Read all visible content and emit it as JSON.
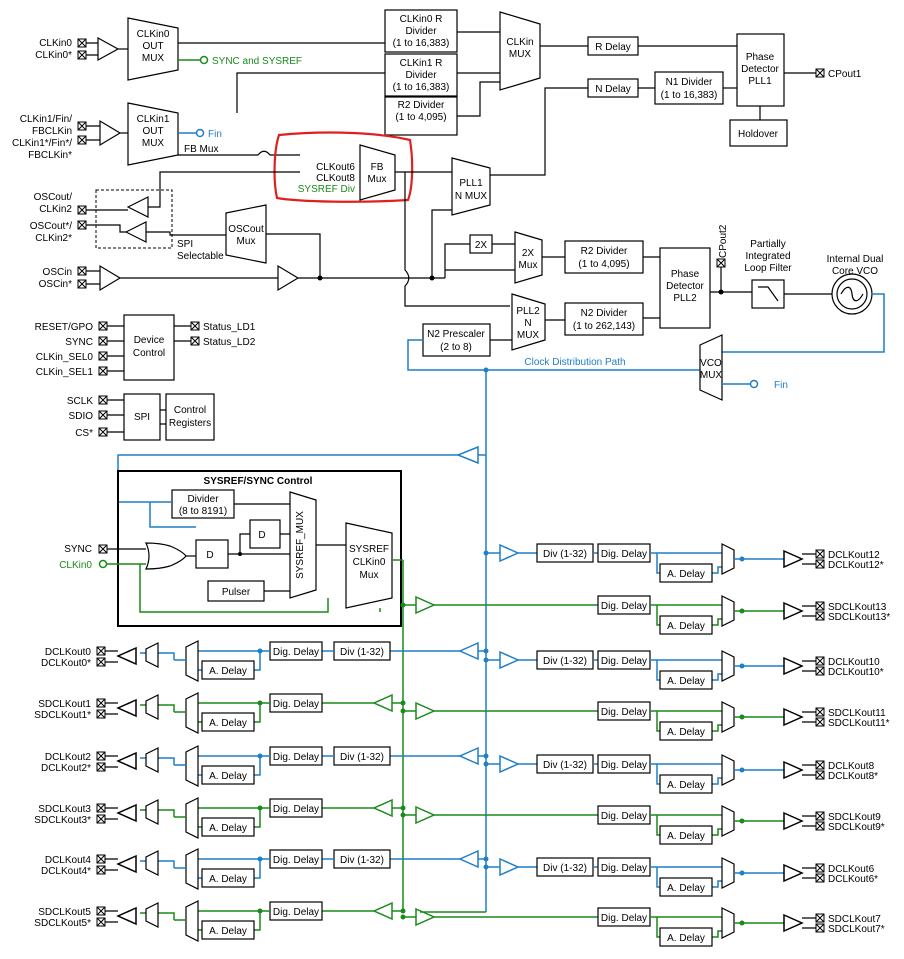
{
  "colors": {
    "clock_path": "#1f7fc8",
    "sysref_path": "#1a8a1a",
    "highlight": "#e02020"
  },
  "inputs": {
    "clkin0": "CLKin0",
    "clkin0_n": "CLKin0*",
    "clkin1": "CLKin1/Fin/",
    "clkin1b": "FBCLKin",
    "clkin1_n": "CLKin1*/Fin*/",
    "clkin1_nb": "FBCLKin*",
    "oscout1": "OSCout/",
    "oscout2": "CLKin2",
    "oscout_n1": "OSCout*/",
    "oscout_n2": "CLKin2*",
    "oscin": "OSCin",
    "oscin_n": "OSCin*",
    "reset": "RESET/GPO",
    "sync": "SYNC",
    "clkin_sel0": "CLKin_SEL0",
    "clkin_sel1": "CLKin_SEL1",
    "sclk": "SCLK",
    "sdio": "SDIO",
    "cs": "CS*",
    "sync2": "SYNC",
    "clkin0_g": "CLKin0"
  },
  "blocks": {
    "clkin0_mux": [
      "CLKin0",
      "OUT",
      "MUX"
    ],
    "clkin1_mux": [
      "CLKin1",
      "OUT",
      "MUX"
    ],
    "sync_sysref": "SYNC and SYSREF",
    "fin1": "Fin",
    "fb_mux_label": "FB Mux",
    "r0_div": [
      "CLKin0 R",
      "Divider",
      "(1 to 16,383)"
    ],
    "r1_div": [
      "CLKin1 R",
      "Divider",
      "(1 to 16,383)"
    ],
    "r2_div": [
      "R2 Divider",
      "(1 to 4,095)"
    ],
    "clkin_mux": [
      "CLKin",
      "MUX"
    ],
    "r_delay": "R Delay",
    "n_delay": "N Delay",
    "n1_div": [
      "N1 Divider",
      "(1 to 16,383)"
    ],
    "pd_pll1": [
      "Phase",
      "Detector",
      "PLL1"
    ],
    "cpout1": "CPout1",
    "holdover": "Holdover",
    "fb_in1": "CLKout6",
    "fb_in2": "CLKout8",
    "fb_in3": "SYSREF Div",
    "fb_mux": [
      "FB",
      "Mux"
    ],
    "pll1_nmux": [
      "PLL1",
      "N MUX"
    ],
    "oscout_mux": [
      "OSCout",
      "Mux"
    ],
    "spi_sel": [
      "SPI",
      "Selectable"
    ],
    "x2": "2X",
    "x2mux": [
      "2X",
      "Mux"
    ],
    "cpout2": "CPout2",
    "pd_pll2": [
      "Phase",
      "Detector",
      "PLL2"
    ],
    "loop_filter": [
      "Partially",
      "Integrated",
      "Loop Filter"
    ],
    "vco": [
      "Internal Dual",
      "Core VCO"
    ],
    "pll2_nmux": [
      "PLL2",
      "N",
      "MUX"
    ],
    "n2_div": [
      "N2 Divider",
      "(1 to 262,143)"
    ],
    "n2_pre": [
      "N2 Prescaler",
      "(2 to 8)"
    ],
    "clk_dist": "Clock Distribution Path",
    "vco_mux": [
      "VCO",
      "MUX"
    ],
    "fin2": "Fin",
    "device_ctrl": [
      "Device",
      "Control"
    ],
    "status_ld1": "Status_LD1",
    "status_ld2": "Status_LD2",
    "spi": "SPI",
    "ctrl_regs": [
      "Control",
      "Registers"
    ],
    "sysref_ctrl": "SYSREF/SYNC Control",
    "sysref_div": [
      "Divider",
      "(8 to 8191)"
    ],
    "dff1": "D",
    "dff2": "D",
    "sysref_mux": "SYSREF_MUX",
    "pulser": "Pulser",
    "sysref_clk_mux": [
      "SYSREF",
      "CLKin0",
      "Mux"
    ]
  },
  "labels": {
    "div": "Div (1-32)",
    "dig_delay": "Dig. Delay",
    "a_delay": "A. Delay"
  },
  "outputs_left": [
    [
      "DCLKout0",
      "DCLKout0*"
    ],
    [
      "SDCLKout1",
      "SDCLKout1*"
    ],
    [
      "DCLKout2",
      "DCLKout2*"
    ],
    [
      "SDCLKout3",
      "SDCLKout3*"
    ],
    [
      "DCLKout4",
      "DCLKout4*"
    ],
    [
      "SDCLKout5",
      "SDCLKout5*"
    ]
  ],
  "outputs_right": [
    [
      "DCLKout12",
      "DCLKout12*"
    ],
    [
      "SDCLKout13",
      "SDCLKout13*"
    ],
    [
      "DCLKout10",
      "DCLKout10*"
    ],
    [
      "SDCLKout11",
      "SDCLKout11*"
    ],
    [
      "DCLKout8",
      "DCLKout8*"
    ],
    [
      "SDCLKout9",
      "SDCLKout9*"
    ],
    [
      "DCLKout6",
      "DCLKout6*"
    ],
    [
      "SDCLKout7",
      "SDCLKout7*"
    ]
  ]
}
